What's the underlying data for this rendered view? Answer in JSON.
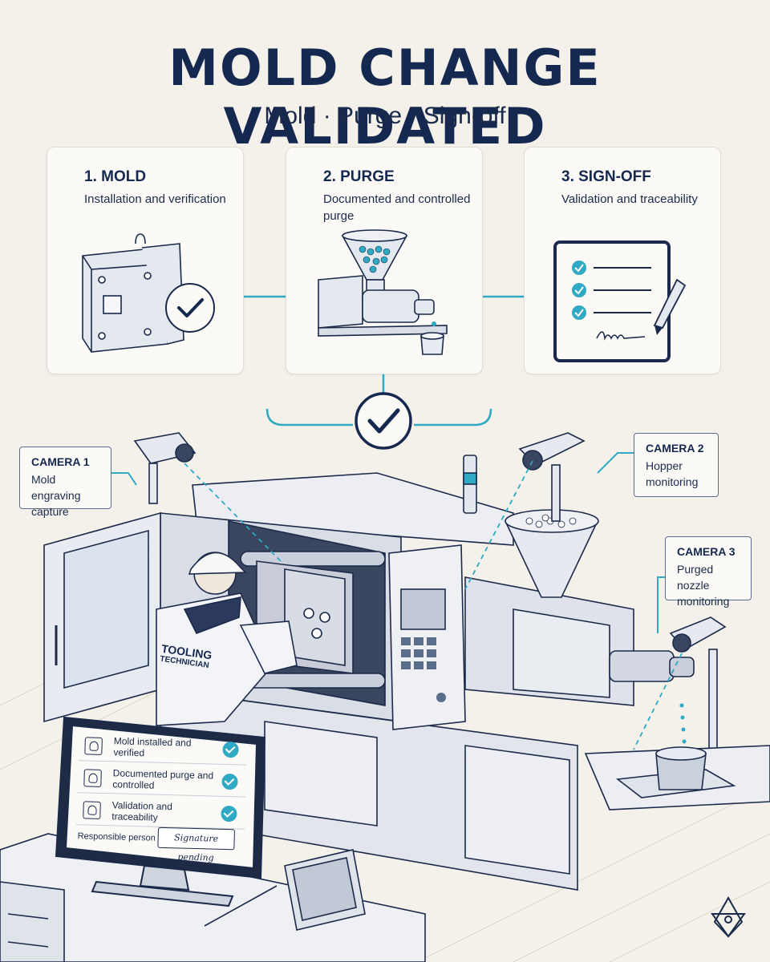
{
  "header": {
    "title": "MOLD CHANGE VALIDATED",
    "subtitle": "Mold · Purge · Sign-off"
  },
  "steps": [
    {
      "title": "1. MOLD",
      "desc": "Installation and verification",
      "icon": "mold-block-check-icon"
    },
    {
      "title": "2. PURGE",
      "desc": "Documented and controlled purge",
      "icon": "purge-hopper-icon"
    },
    {
      "title": "3. SIGN-OFF",
      "desc": "Validation and traceability",
      "icon": "signed-checklist-icon"
    }
  ],
  "cameras": [
    {
      "title": "CAMERA 1",
      "desc": "Mold engraving capture"
    },
    {
      "title": "CAMERA 2",
      "desc": "Hopper monitoring"
    },
    {
      "title": "CAMERA 3",
      "desc": "Purged nozzle monitoring"
    }
  ],
  "technician": {
    "line1": "TOOLING",
    "line2": "TECHNICIAN"
  },
  "checklist": {
    "items": [
      {
        "label": "Mold installed and verified",
        "checked": true
      },
      {
        "label": "Documented purge and controlled",
        "checked": true
      },
      {
        "label": "Validation and traceability",
        "checked": true
      }
    ],
    "responsible_label": "Responsible person",
    "signature_status": "Signature pending"
  },
  "colors": {
    "navy": "#15284f",
    "accent": "#2fa9c4",
    "background": "#f4f1ea",
    "card": "#fbfaf7"
  }
}
